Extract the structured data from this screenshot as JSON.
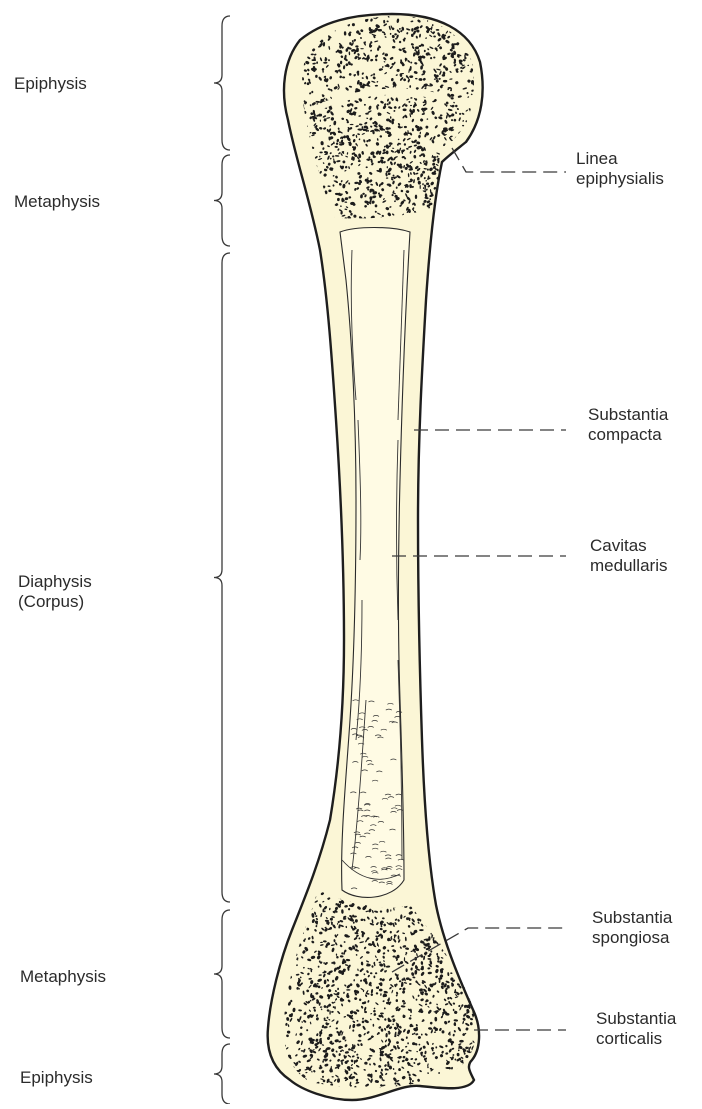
{
  "left_labels": [
    {
      "lines": [
        "Epiphysis"
      ]
    },
    {
      "lines": [
        "Metaphysis"
      ]
    },
    {
      "lines": [
        "Diaphysis",
        "(Corpus)"
      ]
    },
    {
      "lines": [
        "Metaphysis"
      ]
    },
    {
      "lines": [
        "Epiphysis"
      ]
    }
  ],
  "right_labels": [
    {
      "lines": [
        "Linea",
        "epiphysialis"
      ]
    },
    {
      "lines": [
        "Substantia",
        "compacta"
      ]
    },
    {
      "lines": [
        "Cavitas",
        "medullaris"
      ]
    },
    {
      "lines": [
        "Substantia",
        "spongiosa"
      ]
    },
    {
      "lines": [
        "Substantia",
        "corticalis"
      ]
    }
  ],
  "colors": {
    "bone": "#fbf6d6",
    "outline": "#1e1e1e",
    "text": "#2b2b2b",
    "stipple": "#1c1c1c"
  }
}
